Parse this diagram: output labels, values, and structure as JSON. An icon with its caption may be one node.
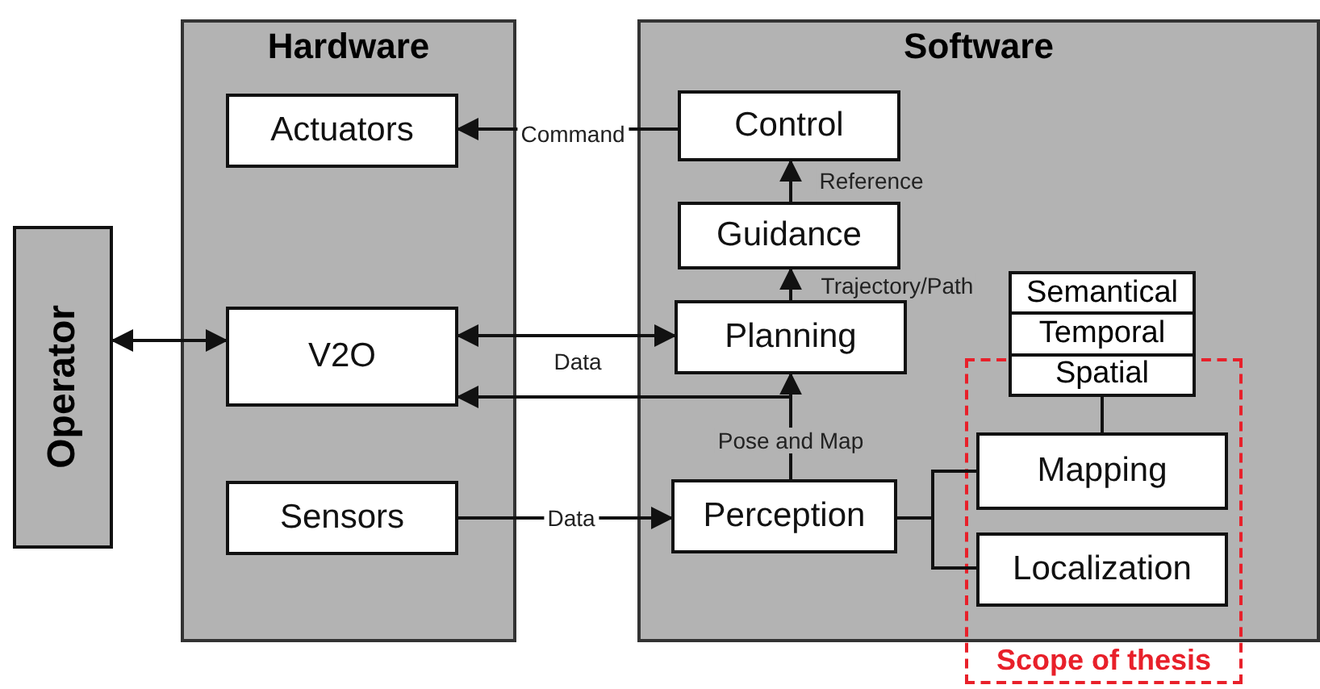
{
  "diagram": {
    "nodes": [
      {
        "text": [
          "Operator"
        ]
      },
      {
        "text": [
          "Hardware"
        ]
      },
      {
        "text": [
          "Actuators"
        ],
        "in": 1
      },
      {
        "text": [
          "V2O"
        ],
        "in": 1
      },
      {
        "text": [
          "Sensors"
        ],
        "in": 1
      },
      {
        "text": [
          "Software"
        ]
      },
      {
        "text": [
          "Control"
        ],
        "in": 5
      },
      {
        "text": [
          "Guidance"
        ],
        "in": 5
      },
      {
        "text": [
          "Semantical",
          "Temporal",
          "Spatial"
        ],
        "in": 5
      },
      {
        "text": [
          "Planning"
        ],
        "in": 5
      },
      {
        "text": [
          "Perception"
        ],
        "in": 5
      },
      {
        "text": [
          "Scope of thesis"
        ]
      },
      {
        "text": [
          "Mapping"
        ],
        "in": 11
      },
      {
        "text": [
          "Localization"
        ],
        "in": 11
      }
    ],
    "edges": [
      {
        "from": 0,
        "to": 3,
        "arrow": "both"
      },
      {
        "from": 6,
        "to": 2,
        "arrow": "to",
        "label": "Command"
      },
      {
        "from": 7,
        "to": 6,
        "arrow": "to",
        "label": "Reference"
      },
      {
        "from": 9,
        "to": 7,
        "arrow": "to",
        "label": "Trajectory/Path"
      },
      {
        "from": 3,
        "to": 9,
        "arrow": "both",
        "label": "Data"
      },
      {
        "from": 10,
        "to": 3,
        "arrow": "to"
      },
      {
        "from": 10,
        "to": 9,
        "arrow": "to",
        "label": "Pose and Map"
      },
      {
        "from": 4,
        "to": 10,
        "arrow": "to",
        "label": "Data"
      },
      {
        "from": 10,
        "to": 12,
        "arrow": "none"
      },
      {
        "from": 10,
        "to": 13,
        "arrow": "none"
      },
      {
        "from": 12,
        "to": 8,
        "arrow": "none"
      }
    ]
  }
}
